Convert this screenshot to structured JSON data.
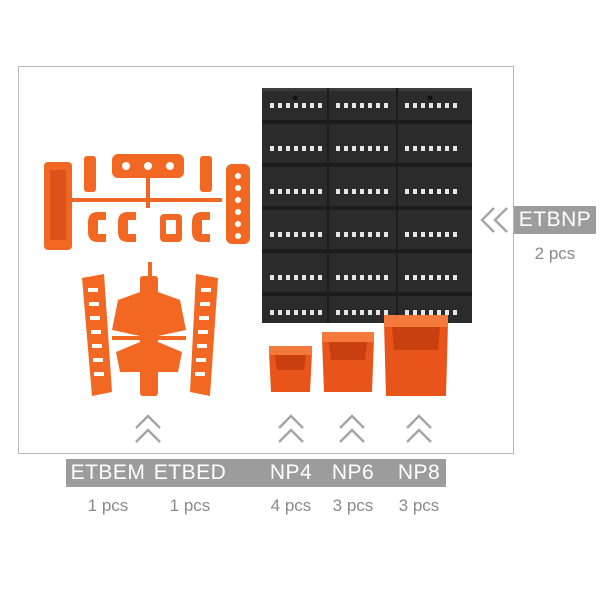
{
  "parts": [
    {
      "code": "ETBEM",
      "quantity": "1 pcs"
    },
    {
      "code": "ETBED",
      "quantity": "1 pcs"
    },
    {
      "code": "NP4",
      "quantity": "4 pcs"
    },
    {
      "code": "NP6",
      "quantity": "3 pcs"
    },
    {
      "code": "NP8",
      "quantity": "3 pcs"
    },
    {
      "code": "ETBNP",
      "quantity": "2 pcs"
    }
  ],
  "colors": {
    "accent_orange": "#f26722",
    "panel_black": "#2b2b2b",
    "label_grey": "#9c9c9c",
    "arrow_grey": "#a6a6a6"
  }
}
